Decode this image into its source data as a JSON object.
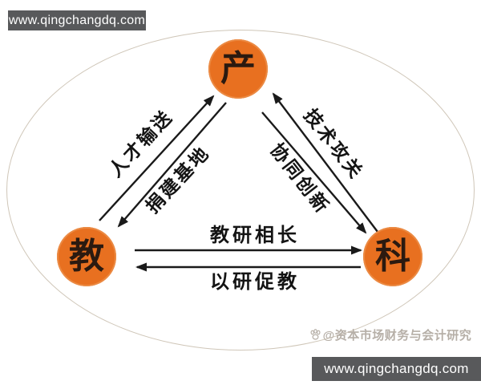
{
  "watermarks": {
    "top_bar": "www.qingchangdq.com",
    "bottom_bar": "www.qingchangdq.com",
    "credit": "@资本市场财务与会计研究"
  },
  "nodes": [
    {
      "id": "industry",
      "label": "产"
    },
    {
      "id": "education",
      "label": "教"
    },
    {
      "id": "science",
      "label": "科"
    }
  ],
  "edges": [
    {
      "id": "talent",
      "label": "人才输送",
      "from": "education",
      "to": "industry"
    },
    {
      "id": "base",
      "label": "捐建基地",
      "from": "industry",
      "to": "education"
    },
    {
      "id": "tech",
      "label": "技术攻关",
      "from": "science",
      "to": "industry"
    },
    {
      "id": "innovation",
      "label": "协同创新",
      "from": "industry",
      "to": "science"
    },
    {
      "id": "teaching-research",
      "label": "教研相长",
      "from": "education",
      "to": "science"
    },
    {
      "id": "research-teaching",
      "label": "以研促教",
      "from": "science",
      "to": "education"
    }
  ],
  "colors": {
    "node_fill": "#e87020",
    "node_text": "#2b1a10",
    "arrow": "#1a1a1a",
    "bar_background": "#58595b",
    "bar_text": "#ffffff",
    "credit_text": "#b6afa7",
    "ellipse_border": "#cfc6b8"
  }
}
